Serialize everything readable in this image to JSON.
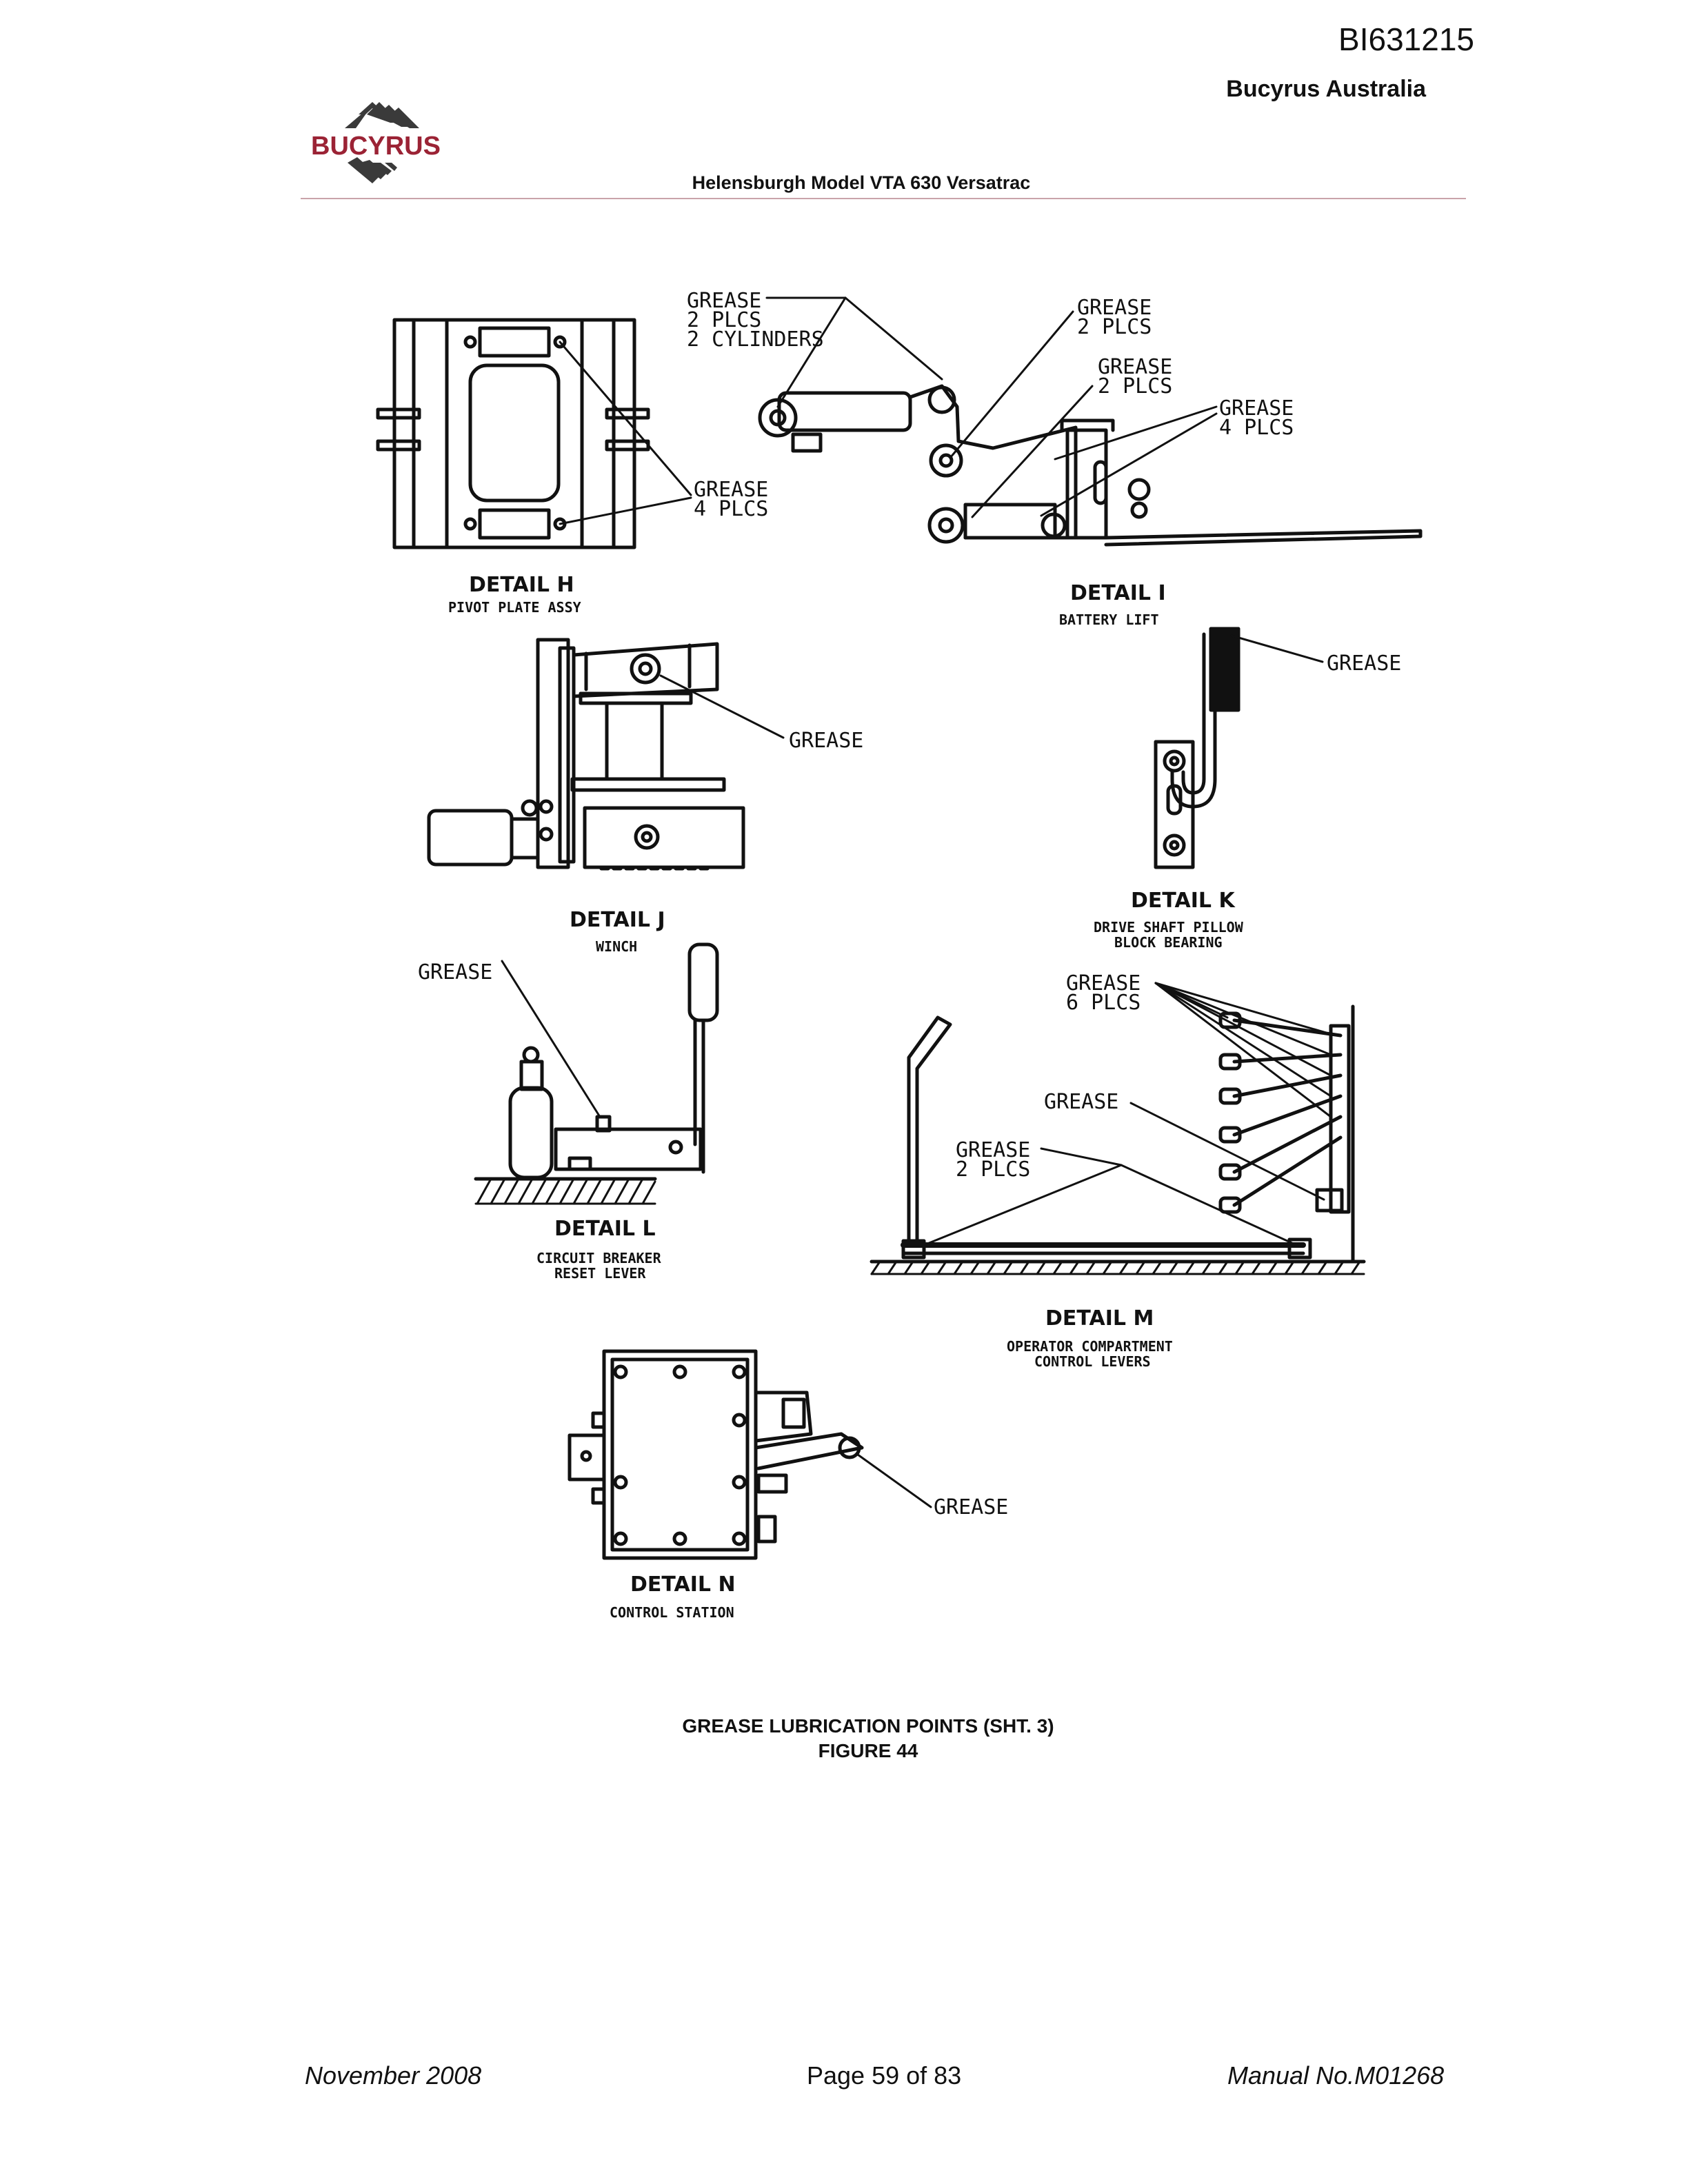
{
  "header": {
    "doc_id": "BI631215",
    "company": "Bucyrus Australia",
    "logo_text": "BUCYRUS",
    "model": "Helensburgh Model VTA 630 Versatrac",
    "brand_color": "#9b2335"
  },
  "drawing": {
    "detail_h": {
      "title": "DETAIL H",
      "subtitle": "PIVOT PLATE ASSY"
    },
    "detail_i": {
      "title": "DETAIL I",
      "subtitle": "BATTERY LIFT"
    },
    "detail_j": {
      "title": "DETAIL J",
      "subtitle": "WINCH"
    },
    "detail_k": {
      "title": "DETAIL K",
      "subtitle_1": "DRIVE SHAFT PILLOW",
      "subtitle_2": "BLOCK BEARING"
    },
    "detail_l": {
      "title": "DETAIL L",
      "subtitle_1": "CIRCUIT BREAKER",
      "subtitle_2": "RESET LEVER"
    },
    "detail_m": {
      "title": "DETAIL M",
      "subtitle_1": "OPERATOR COMPARTMENT",
      "subtitle_2": "CONTROL LEVERS"
    },
    "detail_n": {
      "title": "DETAIL N",
      "subtitle": "CONTROL STATION"
    },
    "callouts": {
      "i_cyl_1": "GREASE",
      "i_cyl_2": "2 PLCS",
      "i_cyl_3": "2 CYLINDERS",
      "i_a_1": "GREASE",
      "i_a_2": "2 PLCS",
      "i_b_1": "GREASE",
      "i_b_2": "2 PLCS",
      "i_c_1": "GREASE",
      "i_c_2": "4 PLCS",
      "h_1": "GREASE",
      "h_2": "4 PLCS",
      "k": "GREASE",
      "j": "GREASE",
      "l": "GREASE",
      "m_a_1": "GREASE",
      "m_a_2": "6 PLCS",
      "m_b": "GREASE",
      "m_c_1": "GREASE",
      "m_c_2": "2 PLCS",
      "n": "GREASE"
    }
  },
  "caption": {
    "line1": "GREASE LUBRICATION POINTS (SHT. 3)",
    "line2": "FIGURE 44"
  },
  "footer": {
    "date": "November 2008",
    "page": "Page 59 of 83",
    "manual": "Manual No.M01268"
  }
}
